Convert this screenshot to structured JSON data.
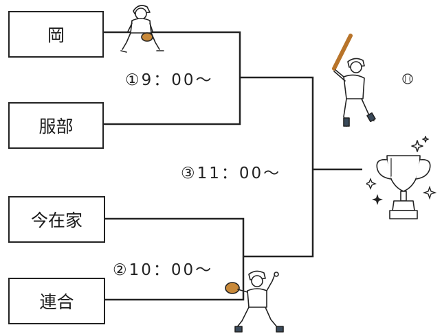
{
  "bracket": {
    "teams": [
      {
        "name": "岡"
      },
      {
        "name": "服部"
      },
      {
        "name": "今在家"
      },
      {
        "name": "連合"
      }
    ],
    "games": [
      {
        "label": "①9：00～"
      },
      {
        "label": "②10：00～"
      },
      {
        "label": "③11：00～"
      }
    ]
  },
  "illustrations": [
    "fielder-player-icon",
    "batter-player-icon",
    "baseball-icon",
    "trophy-icon",
    "pitcher-player-icon"
  ]
}
